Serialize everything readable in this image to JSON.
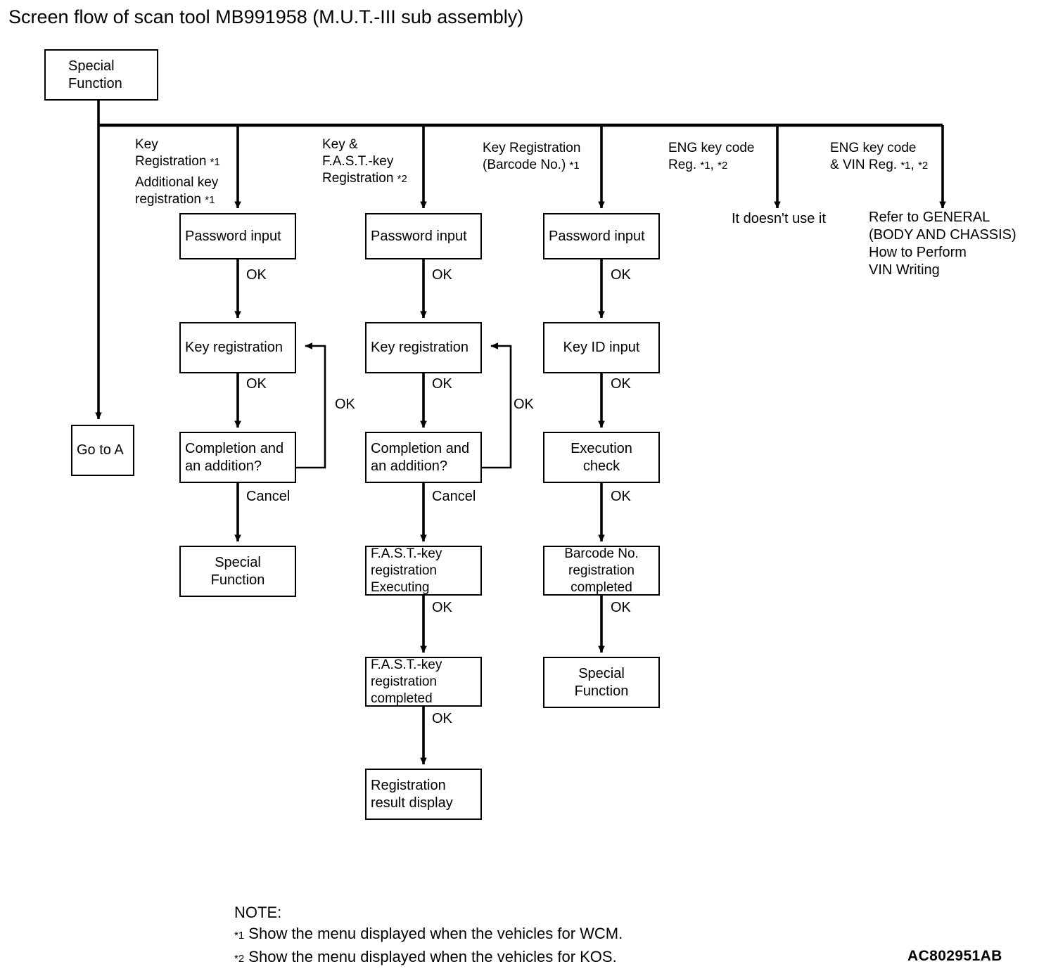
{
  "title": "Screen flow of scan tool MB991958 (M.U.T.-III sub assembly)",
  "root": {
    "line1": "Special",
    "line2": "Function"
  },
  "goto": {
    "label": "Go to A"
  },
  "branches": [
    {
      "id": "key-registration",
      "l1": "Key",
      "l2": "Registration *1",
      "l3": "Additional key",
      "l4": "registration *1"
    },
    {
      "id": "key-and-fast-key",
      "l1": "Key &",
      "l2": "F.A.S.T.-key",
      "l3": "Registration *2",
      "l4": ""
    },
    {
      "id": "key-registration-barcode",
      "l1": "Key Registration",
      "l2": "(Barcode No.) *1",
      "l3": "",
      "l4": ""
    },
    {
      "id": "eng-key-code-reg",
      "l1": "ENG key code",
      "l2": "Reg. *1, *2",
      "l3": "",
      "l4": ""
    },
    {
      "id": "eng-key-code-vin-reg",
      "l1": "ENG key code",
      "l2": "& VIN Reg. *1, *2",
      "l3": "",
      "l4": ""
    }
  ],
  "columns": [
    {
      "id": "col-key-registration",
      "boxes": [
        {
          "id": "password-input-1",
          "lines": [
            "Password input"
          ],
          "align": "left"
        },
        {
          "id": "key-registration-1",
          "lines": [
            "Key registration"
          ],
          "align": "left"
        },
        {
          "id": "completion-1",
          "lines": [
            "Completion and",
            "an addition?"
          ],
          "align": "left"
        },
        {
          "id": "special-function-1",
          "lines": [
            "Special",
            "Function"
          ],
          "align": "center"
        }
      ],
      "edges": {
        "e1": "OK",
        "e2": "OK",
        "e3": "Cancel",
        "loop": "OK"
      }
    },
    {
      "id": "col-key-and-fast-key",
      "boxes": [
        {
          "id": "password-input-2",
          "lines": [
            "Password input"
          ],
          "align": "left"
        },
        {
          "id": "key-registration-2",
          "lines": [
            "Key registration"
          ],
          "align": "left"
        },
        {
          "id": "completion-2",
          "lines": [
            "Completion and",
            "an addition?"
          ],
          "align": "left"
        },
        {
          "id": "fast-key-executing",
          "lines": [
            "F.A.S.T.-key",
            "registration",
            "Executing"
          ],
          "align": "left"
        },
        {
          "id": "fast-key-completed",
          "lines": [
            "F.A.S.T.-key",
            "registration",
            "completed"
          ],
          "align": "left"
        },
        {
          "id": "registration-result",
          "lines": [
            "Registration",
            "result display"
          ],
          "align": "left"
        }
      ],
      "edges": {
        "e1": "OK",
        "e2": "OK",
        "e3": "Cancel",
        "e4": "OK",
        "e5": "OK",
        "loop": "OK"
      }
    },
    {
      "id": "col-key-registration-barcode",
      "boxes": [
        {
          "id": "password-input-3",
          "lines": [
            "Password input"
          ],
          "align": "left"
        },
        {
          "id": "key-id-input",
          "lines": [
            "Key ID input"
          ],
          "align": "center"
        },
        {
          "id": "execution-check",
          "lines": [
            "Execution",
            "check"
          ],
          "align": "center"
        },
        {
          "id": "barcode-completed",
          "lines": [
            "Barcode No.",
            "registration",
            "completed"
          ],
          "align": "center"
        },
        {
          "id": "special-function-3",
          "lines": [
            "Special",
            "Function"
          ],
          "align": "center"
        }
      ],
      "edges": {
        "e1": "OK",
        "e2": "OK",
        "e3": "OK",
        "e4": "OK"
      }
    }
  ],
  "terminals": {
    "not_used": "It doesn't use it",
    "refer": {
      "l1": "Refer to  GENERAL",
      "l2": "(BODY AND CHASSIS)",
      "l3": "How to Perform",
      "l4": "VIN Writing"
    }
  },
  "note": {
    "heading": "NOTE:",
    "items": [
      "*1 Show the menu displayed when the vehicles for WCM.",
      "*2 Show the menu displayed when the vehicles for KOS."
    ]
  },
  "figure_code": "AC802951AB",
  "colors": {
    "ink": "#000000",
    "paper": "#ffffff"
  }
}
